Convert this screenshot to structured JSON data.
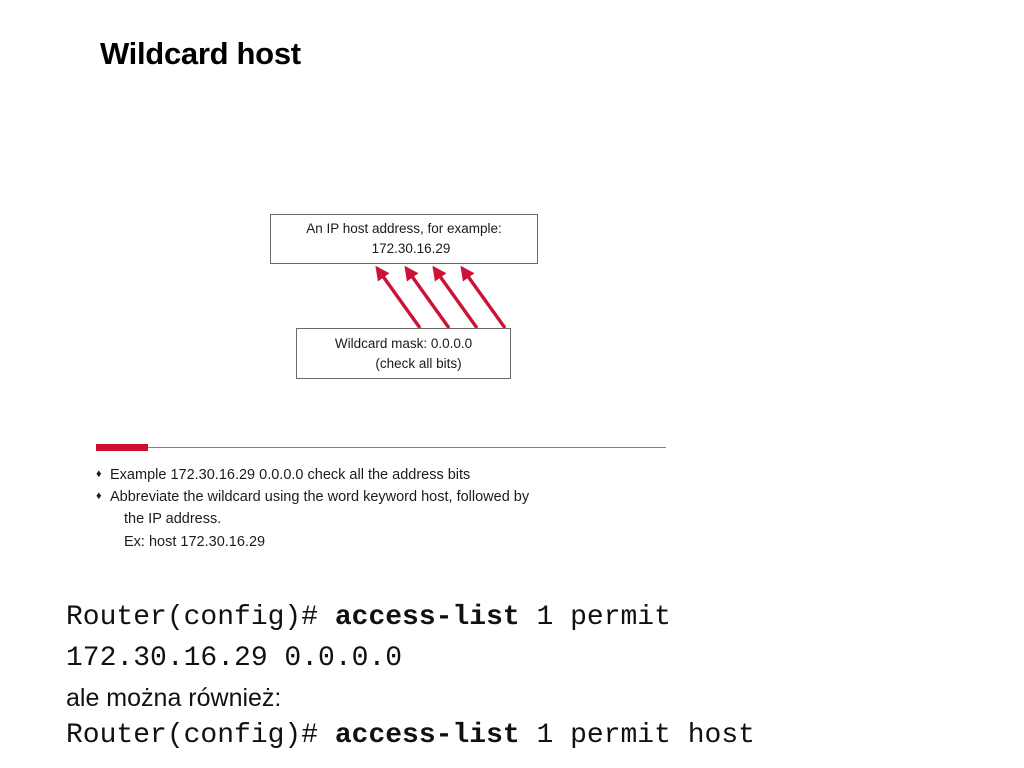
{
  "slide": {
    "title": "Wildcard host",
    "accent_color": "#ce0e2d",
    "accent_color_light": "#e3536b",
    "arrow_color": "#cc1236"
  },
  "diagram": {
    "address_box": {
      "line_1": "An IP host address, for example:",
      "line_2": "172.30.16.29"
    },
    "mask_box": {
      "line_1": "Wildcard mask: 0.0.0.0",
      "line_2": "(check all bits)"
    },
    "arrow_count": 4
  },
  "bullets": {
    "glyph": "♦",
    "items": [
      {
        "text": "Example 172.30.16.29 0.0.0.0 check all the address bits",
        "sub_lines": []
      },
      {
        "text": "Abbreviate the wildcard using the word keyword host, followed by",
        "sub_lines": [
          "the IP address.",
          "Ex: host 172.30.16.29"
        ]
      }
    ]
  },
  "command_block": {
    "line_1": {
      "prefix": "Router(config)# ",
      "keyword": "access-list",
      "suffix": " 1 permit"
    },
    "line_2": "172.30.16.29 0.0.0.0",
    "note": "ale można również:",
    "line_3": {
      "prefix": "Router(config)# ",
      "keyword": "access-list",
      "suffix": " 1 permit host"
    }
  }
}
